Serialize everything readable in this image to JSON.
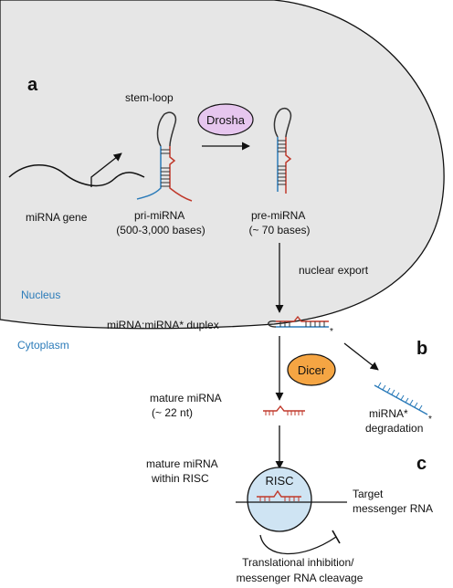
{
  "panels": [
    "a",
    "b",
    "c"
  ],
  "regions": {
    "nucleus": "Nucleus",
    "cytoplasm": "Cytoplasm"
  },
  "regions_color": "#2b7bb9",
  "enzymes": {
    "drosha": "Drosha",
    "dicer": "Dicer",
    "risc": "RISC"
  },
  "enzyme_colors": {
    "drosha": "#e6c6ee",
    "dicer": "#f5a543",
    "risc": "#cfe4f3"
  },
  "strand_colors": {
    "guide": "#c0392b",
    "passenger": "#2b7bb9",
    "stem": "#333333"
  },
  "labels": {
    "stem_loop": "stem-loop",
    "mirna_gene": "miRNA gene",
    "pri_mirna": [
      "pri-miRNA",
      "(500-3,000 bases)"
    ],
    "pre_mirna": [
      "pre-miRNA",
      "(~ 70 bases)"
    ],
    "nuclear_export": "nuclear export",
    "duplex": "miRNA:miRNA* duplex",
    "mature_mirna": [
      "mature miRNA",
      "(~ 22 nt)"
    ],
    "degradation": [
      "miRNA*",
      "degradation"
    ],
    "mature_in_risc": [
      "mature miRNA",
      "within RISC"
    ],
    "target": [
      "Target",
      "messenger RNA"
    ],
    "outcome": [
      "Translational inhibition/",
      "messenger RNA cleavage"
    ]
  }
}
